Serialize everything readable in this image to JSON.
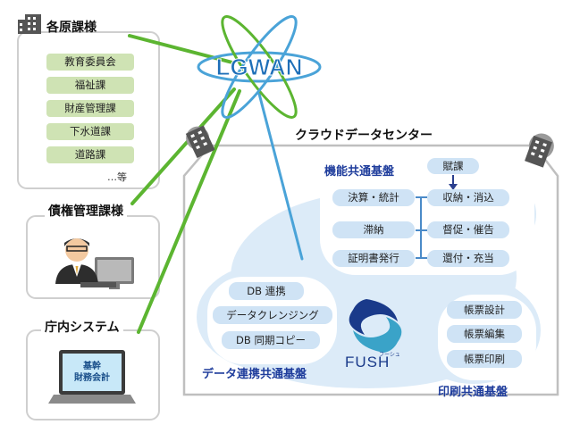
{
  "network": {
    "name": "LGWAN"
  },
  "departments": {
    "title": "各原課様",
    "items": [
      "教育委員会",
      "福祉課",
      "財産管理課",
      "下水道課",
      "道路課"
    ],
    "etc": "…等"
  },
  "claims": {
    "title": "債権管理課様"
  },
  "internal": {
    "title": "庁内システム",
    "screen_line1": "基幹",
    "screen_line2": "財務会計"
  },
  "datacenter": {
    "title": "クラウドデータセンター",
    "functional": {
      "title": "機能共通基盤",
      "items": [
        "賦課",
        "決算・統計",
        "収納・消込",
        "滞納",
        "督促・催告",
        "証明書発行",
        "還付・充当"
      ]
    },
    "data_link": {
      "title": "データ連携共通基盤",
      "items": [
        "DB 連携",
        "データクレンジング",
        "DB 同期コピー"
      ]
    },
    "print": {
      "title": "印刷共通基盤",
      "items": [
        "帳票設計",
        "帳票編集",
        "帳票印刷"
      ]
    },
    "logo": {
      "text": "FUSH",
      "ruby": "フーシュ"
    }
  },
  "colors": {
    "green_line": "#5cb531",
    "blue_line": "#4aa3d8",
    "button_green": "#cfe3b4",
    "button_blue": "#cfe3f5",
    "title_blue": "#1f3d9c",
    "logo_navy": "#1a3a8a",
    "logo_teal": "#3aa3c8"
  }
}
